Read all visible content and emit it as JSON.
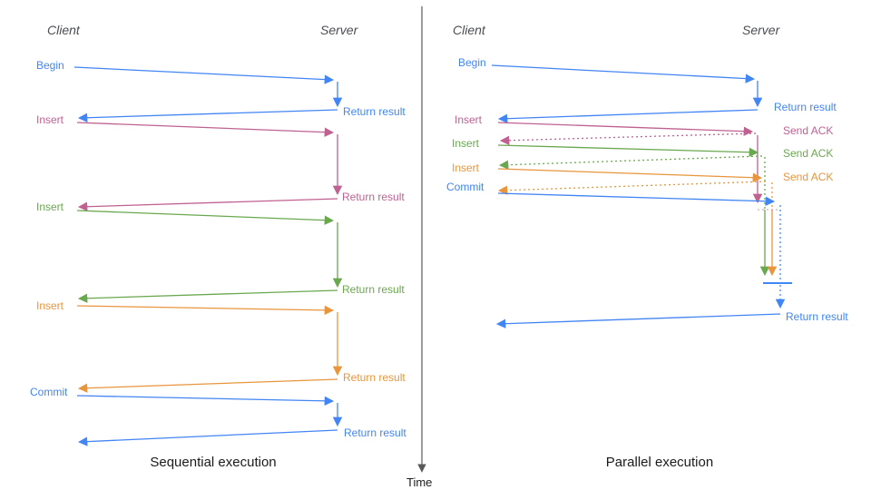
{
  "colors": {
    "blue": "#4285f4",
    "pink": "#bf6191",
    "green": "#6aa84f",
    "orange": "#e8953d",
    "axis_gray": "#595959",
    "header_gray": "#4a4d52",
    "title_black": "#1b1b1b"
  },
  "panels": {
    "sequential": {
      "client_label": "Client",
      "server_label": "Server",
      "title": "Sequential execution",
      "messages": [
        {
          "label": "Begin",
          "color": "blue",
          "return_label": "Return result"
        },
        {
          "label": "Insert",
          "color": "pink",
          "return_label": "Return result"
        },
        {
          "label": "Insert",
          "color": "green",
          "return_label": "Return result"
        },
        {
          "label": "Insert",
          "color": "orange",
          "return_label": "Return result"
        },
        {
          "label": "Commit",
          "color": "blue",
          "return_label": "Return result"
        }
      ]
    },
    "parallel": {
      "client_label": "Client",
      "server_label": "Server",
      "title": "Parallel execution",
      "messages": [
        {
          "label": "Begin",
          "color": "blue",
          "return_label": "Return result"
        },
        {
          "label": "Insert",
          "color": "pink",
          "return_label": "Send ACK"
        },
        {
          "label": "Insert",
          "color": "green",
          "return_label": "Send ACK"
        },
        {
          "label": "Insert",
          "color": "orange",
          "return_label": "Send ACK"
        },
        {
          "label": "Commit",
          "color": "blue",
          "return_label": "Return result"
        }
      ]
    }
  },
  "time_axis": {
    "label": "Time"
  }
}
